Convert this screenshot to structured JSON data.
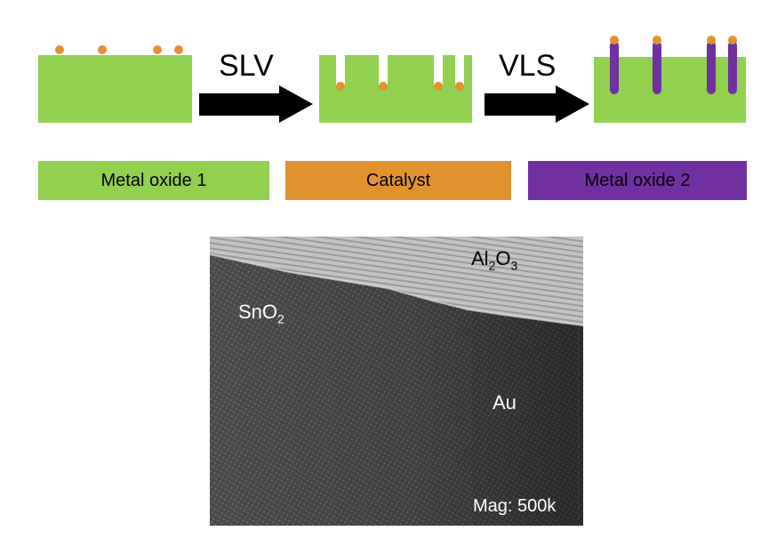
{
  "process": {
    "step1_label": "SLV",
    "step2_label": "VLS"
  },
  "legend": {
    "metal_oxide_1": "Metal oxide 1",
    "catalyst": "Catalyst",
    "metal_oxide_2": "Metal oxide 2"
  },
  "colors": {
    "metal_oxide_1": "#92d050",
    "catalyst": "#e0922f",
    "metal_oxide_2": "#7030a0",
    "arrow": "#000000"
  },
  "micrograph": {
    "label_al2o3_main": "Al",
    "label_al2o3_sub1": "2",
    "label_al2o3_o": "O",
    "label_al2o3_sub2": "3",
    "label_sno2_main": "SnO",
    "label_sno2_sub": "2",
    "label_au": "Au",
    "magnification": "Mag: 500k"
  }
}
